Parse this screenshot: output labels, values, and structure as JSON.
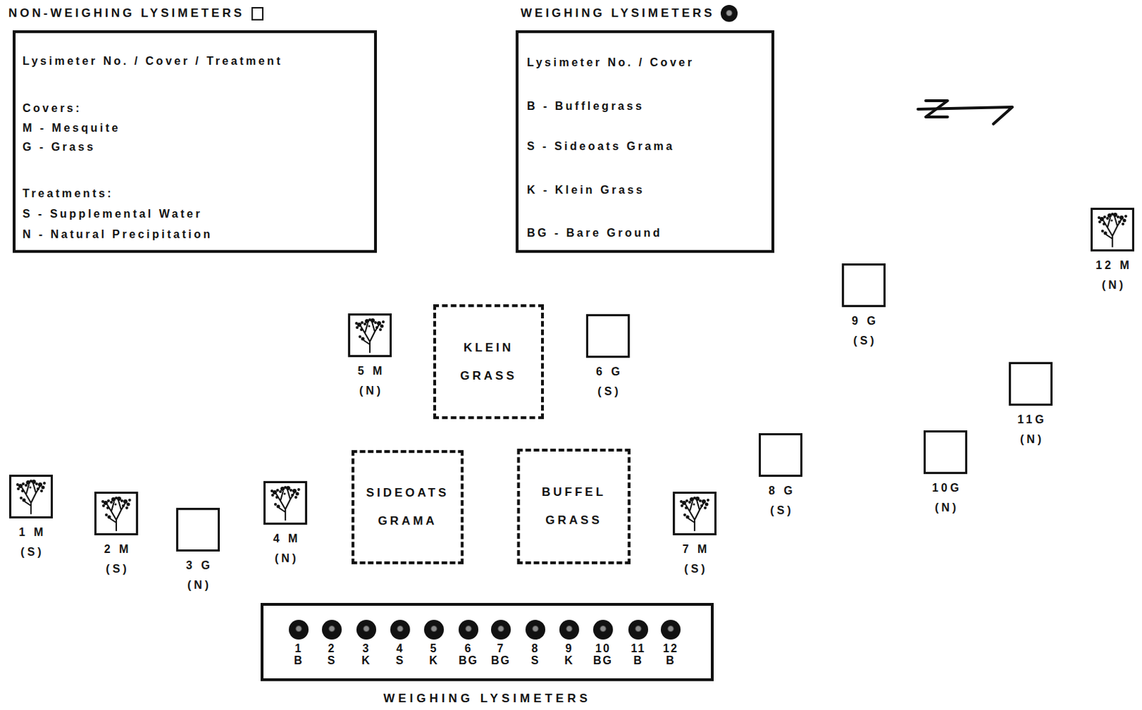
{
  "diagram": {
    "nodes": [
      {
        "text": [
          "NON-WEIGHING LYSIMETERS",
          "Lysimeter No. / Cover / Treatment",
          "Covers:",
          "M - Mesquite",
          "G - Grass",
          "Treatments:",
          "S - Supplemental Water",
          "N - Natural Precipitation"
        ]
      },
      {
        "text": [
          "WEIGHING LYSIMETERS",
          "Lysimeter No. / Cover",
          "B - Bufflegrass",
          "S - Sideoats Grama",
          "K - Klein Grass",
          "BG - Bare Ground"
        ]
      },
      {
        "text": [
          "KLEIN GRASS"
        ]
      },
      {
        "text": [
          "SIDEOATS GRAMA"
        ]
      },
      {
        "text": [
          "BUFFEL GRASS"
        ]
      },
      {
        "text": [
          "WEIGHING LYSIMETERS"
        ]
      },
      {
        "text": [
          "1",
          "B"
        ],
        "in": 5
      },
      {
        "text": [
          "2",
          "S"
        ],
        "in": 5
      },
      {
        "text": [
          "3",
          "K"
        ],
        "in": 5
      },
      {
        "text": [
          "4",
          "S"
        ],
        "in": 5
      },
      {
        "text": [
          "5",
          "K"
        ],
        "in": 5
      },
      {
        "text": [
          "6",
          "BG"
        ],
        "in": 5
      },
      {
        "text": [
          "7",
          "BG"
        ],
        "in": 5
      },
      {
        "text": [
          "8",
          "S"
        ],
        "in": 5
      },
      {
        "text": [
          "9",
          "K"
        ],
        "in": 5
      },
      {
        "text": [
          "10",
          "BG"
        ],
        "in": 5
      },
      {
        "text": [
          "11",
          "B"
        ],
        "in": 5
      },
      {
        "text": [
          "12",
          "B"
        ],
        "in": 5
      },
      {
        "text": [
          "1 M",
          "(S)"
        ]
      },
      {
        "text": [
          "2 M",
          "(S)"
        ]
      },
      {
        "text": [
          "3 G",
          "(N)"
        ]
      },
      {
        "text": [
          "4 M",
          "(N)"
        ]
      },
      {
        "text": [
          "5 M",
          "(N)"
        ]
      },
      {
        "text": [
          "6 G",
          "(S)"
        ]
      },
      {
        "text": [
          "7 M",
          "(S)"
        ]
      },
      {
        "text": [
          "8 G",
          "(S)"
        ]
      },
      {
        "text": [
          "9 G",
          "(S)"
        ]
      },
      {
        "text": [
          "10G",
          "(N)"
        ]
      },
      {
        "text": [
          "11G",
          "(N)"
        ]
      },
      {
        "text": [
          "12 M",
          "(N)"
        ]
      }
    ]
  }
}
